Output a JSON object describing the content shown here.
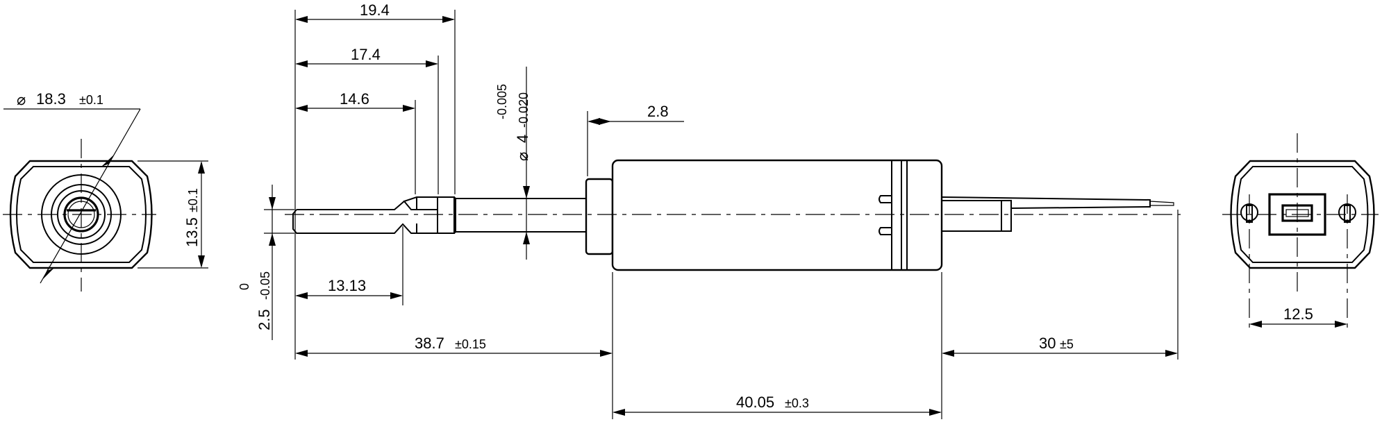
{
  "drawing": {
    "dimensions": {
      "d_19_4": "19.4",
      "d_17_4": "17.4",
      "d_14_6": "14.6",
      "d_13_13": "13.13",
      "d_2_8": "2.8",
      "diameter_18_3": "18.3",
      "diameter_18_3_tol": "±0.1",
      "height_13_5": "13.5",
      "height_13_5_tol": "±0.1",
      "shaft_diameter": "4",
      "shaft_tol_upper": "-0.005",
      "shaft_tol_lower": "-0.020",
      "flat_2_5": "2.5",
      "flat_tol_upper": "0",
      "flat_tol_lower": "-0.05",
      "length_38_7": "38.7",
      "length_38_7_tol": "±0.15",
      "length_40_05": "40.05",
      "length_40_05_tol": "±0.3",
      "lead_30": "30",
      "lead_30_tol": "±5",
      "width_12_5": "12.5"
    },
    "symbols": {
      "diameter": "⌀"
    }
  }
}
